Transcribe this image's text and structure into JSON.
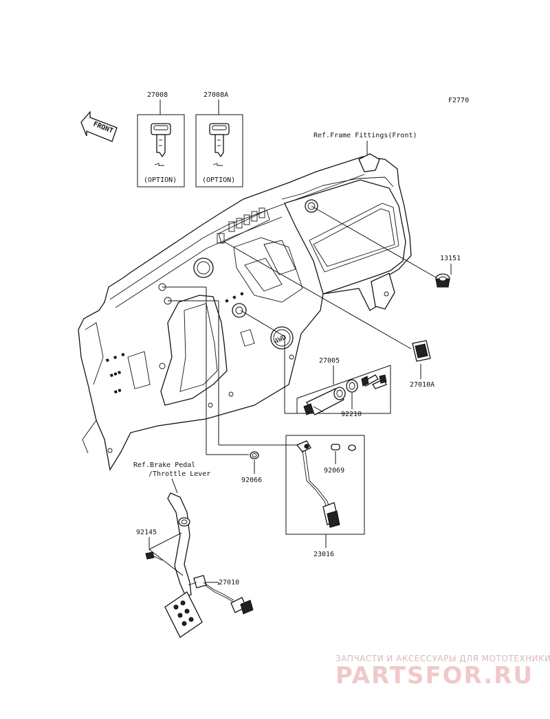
{
  "figure_id": "F2770",
  "front_label": "FRONT",
  "option_text": "(OPTION)",
  "refs": {
    "frame_fittings": "Ref.Frame Fittings(Front)",
    "brake_pedal_line1": "Ref.Brake Pedal",
    "brake_pedal_line2": "/Throttle Lever"
  },
  "parts": {
    "p27008": "27008",
    "p27008A": "27008A",
    "p13151": "13151",
    "p27005": "27005",
    "p27010A": "27010A",
    "p92210": "92210",
    "p92066": "92066",
    "p92069": "92069",
    "p23016": "23016",
    "p92145": "92145",
    "p27010": "27010"
  },
  "watermark": {
    "subtitle": "ЗАПЧАСТИ И АКСЕССУАРЫ ДЛЯ МОТОТЕХНИКИ",
    "brand": "PARTSFOR.RU",
    "color": "#e8b4b4"
  }
}
